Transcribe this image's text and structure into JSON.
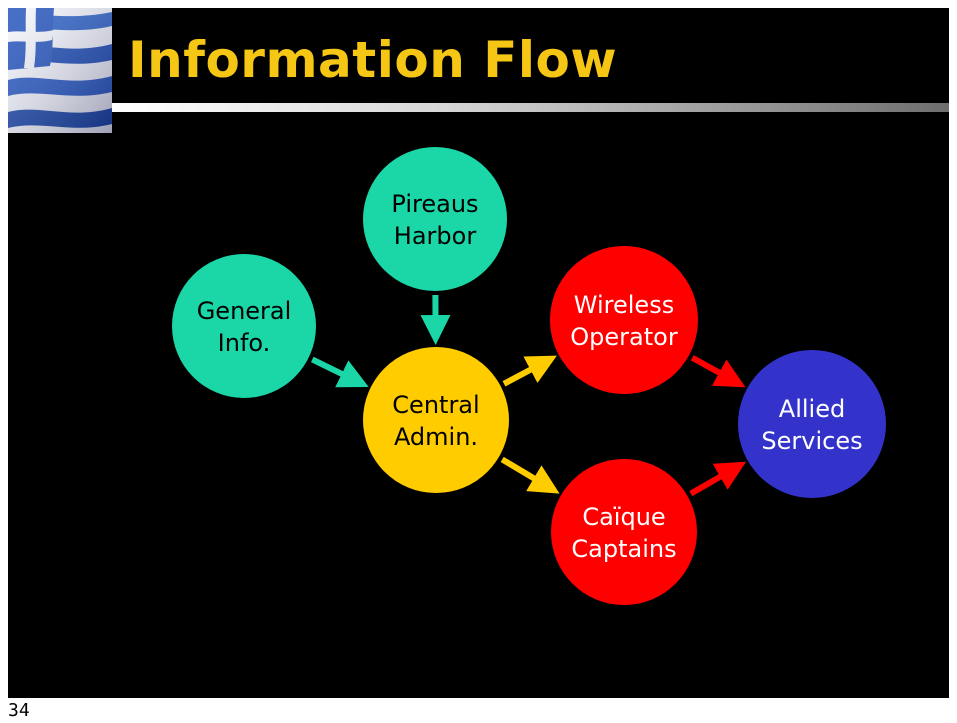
{
  "slide": {
    "title": "Information Flow",
    "page_number": "34",
    "flag_icon": "greek-flag-icon"
  },
  "colors": {
    "background": "#000000",
    "title": "#F6C615",
    "teal": "#1BD6A6",
    "yellow": "#FFCC00",
    "red": "#FF0000",
    "blue": "#3333CC",
    "label_dark": "#000000",
    "label_light": "#FFFFFF"
  },
  "diagram": {
    "nodes": [
      {
        "id": "pireaus-harbor",
        "lines": [
          "Pireaus",
          "Harbor"
        ],
        "fill": "#1BD6A6",
        "text_color": "#000000"
      },
      {
        "id": "general-info",
        "lines": [
          "General",
          "Info."
        ],
        "fill": "#1BD6A6",
        "text_color": "#000000"
      },
      {
        "id": "central-admin",
        "lines": [
          "Central",
          "Admin."
        ],
        "fill": "#FFCC00",
        "text_color": "#000000"
      },
      {
        "id": "wireless-operator",
        "lines": [
          "Wireless",
          "Operator"
        ],
        "fill": "#FF0000",
        "text_color": "#FFFFFF"
      },
      {
        "id": "caique-captains",
        "lines": [
          "Caïque",
          "Captains"
        ],
        "fill": "#FF0000",
        "text_color": "#FFFFFF"
      },
      {
        "id": "allied-services",
        "lines": [
          "Allied",
          "Services"
        ],
        "fill": "#3333CC",
        "text_color": "#FFFFFF"
      }
    ],
    "edges": [
      {
        "from": "pireaus-harbor",
        "to": "central-admin",
        "color": "#1BD6A6"
      },
      {
        "from": "general-info",
        "to": "central-admin",
        "color": "#1BD6A6"
      },
      {
        "from": "central-admin",
        "to": "wireless-operator",
        "color": "#FFCC00"
      },
      {
        "from": "central-admin",
        "to": "caique-captains",
        "color": "#FFCC00"
      },
      {
        "from": "wireless-operator",
        "to": "allied-services",
        "color": "#FF0000"
      },
      {
        "from": "caique-captains",
        "to": "allied-services",
        "color": "#FF0000"
      }
    ]
  }
}
